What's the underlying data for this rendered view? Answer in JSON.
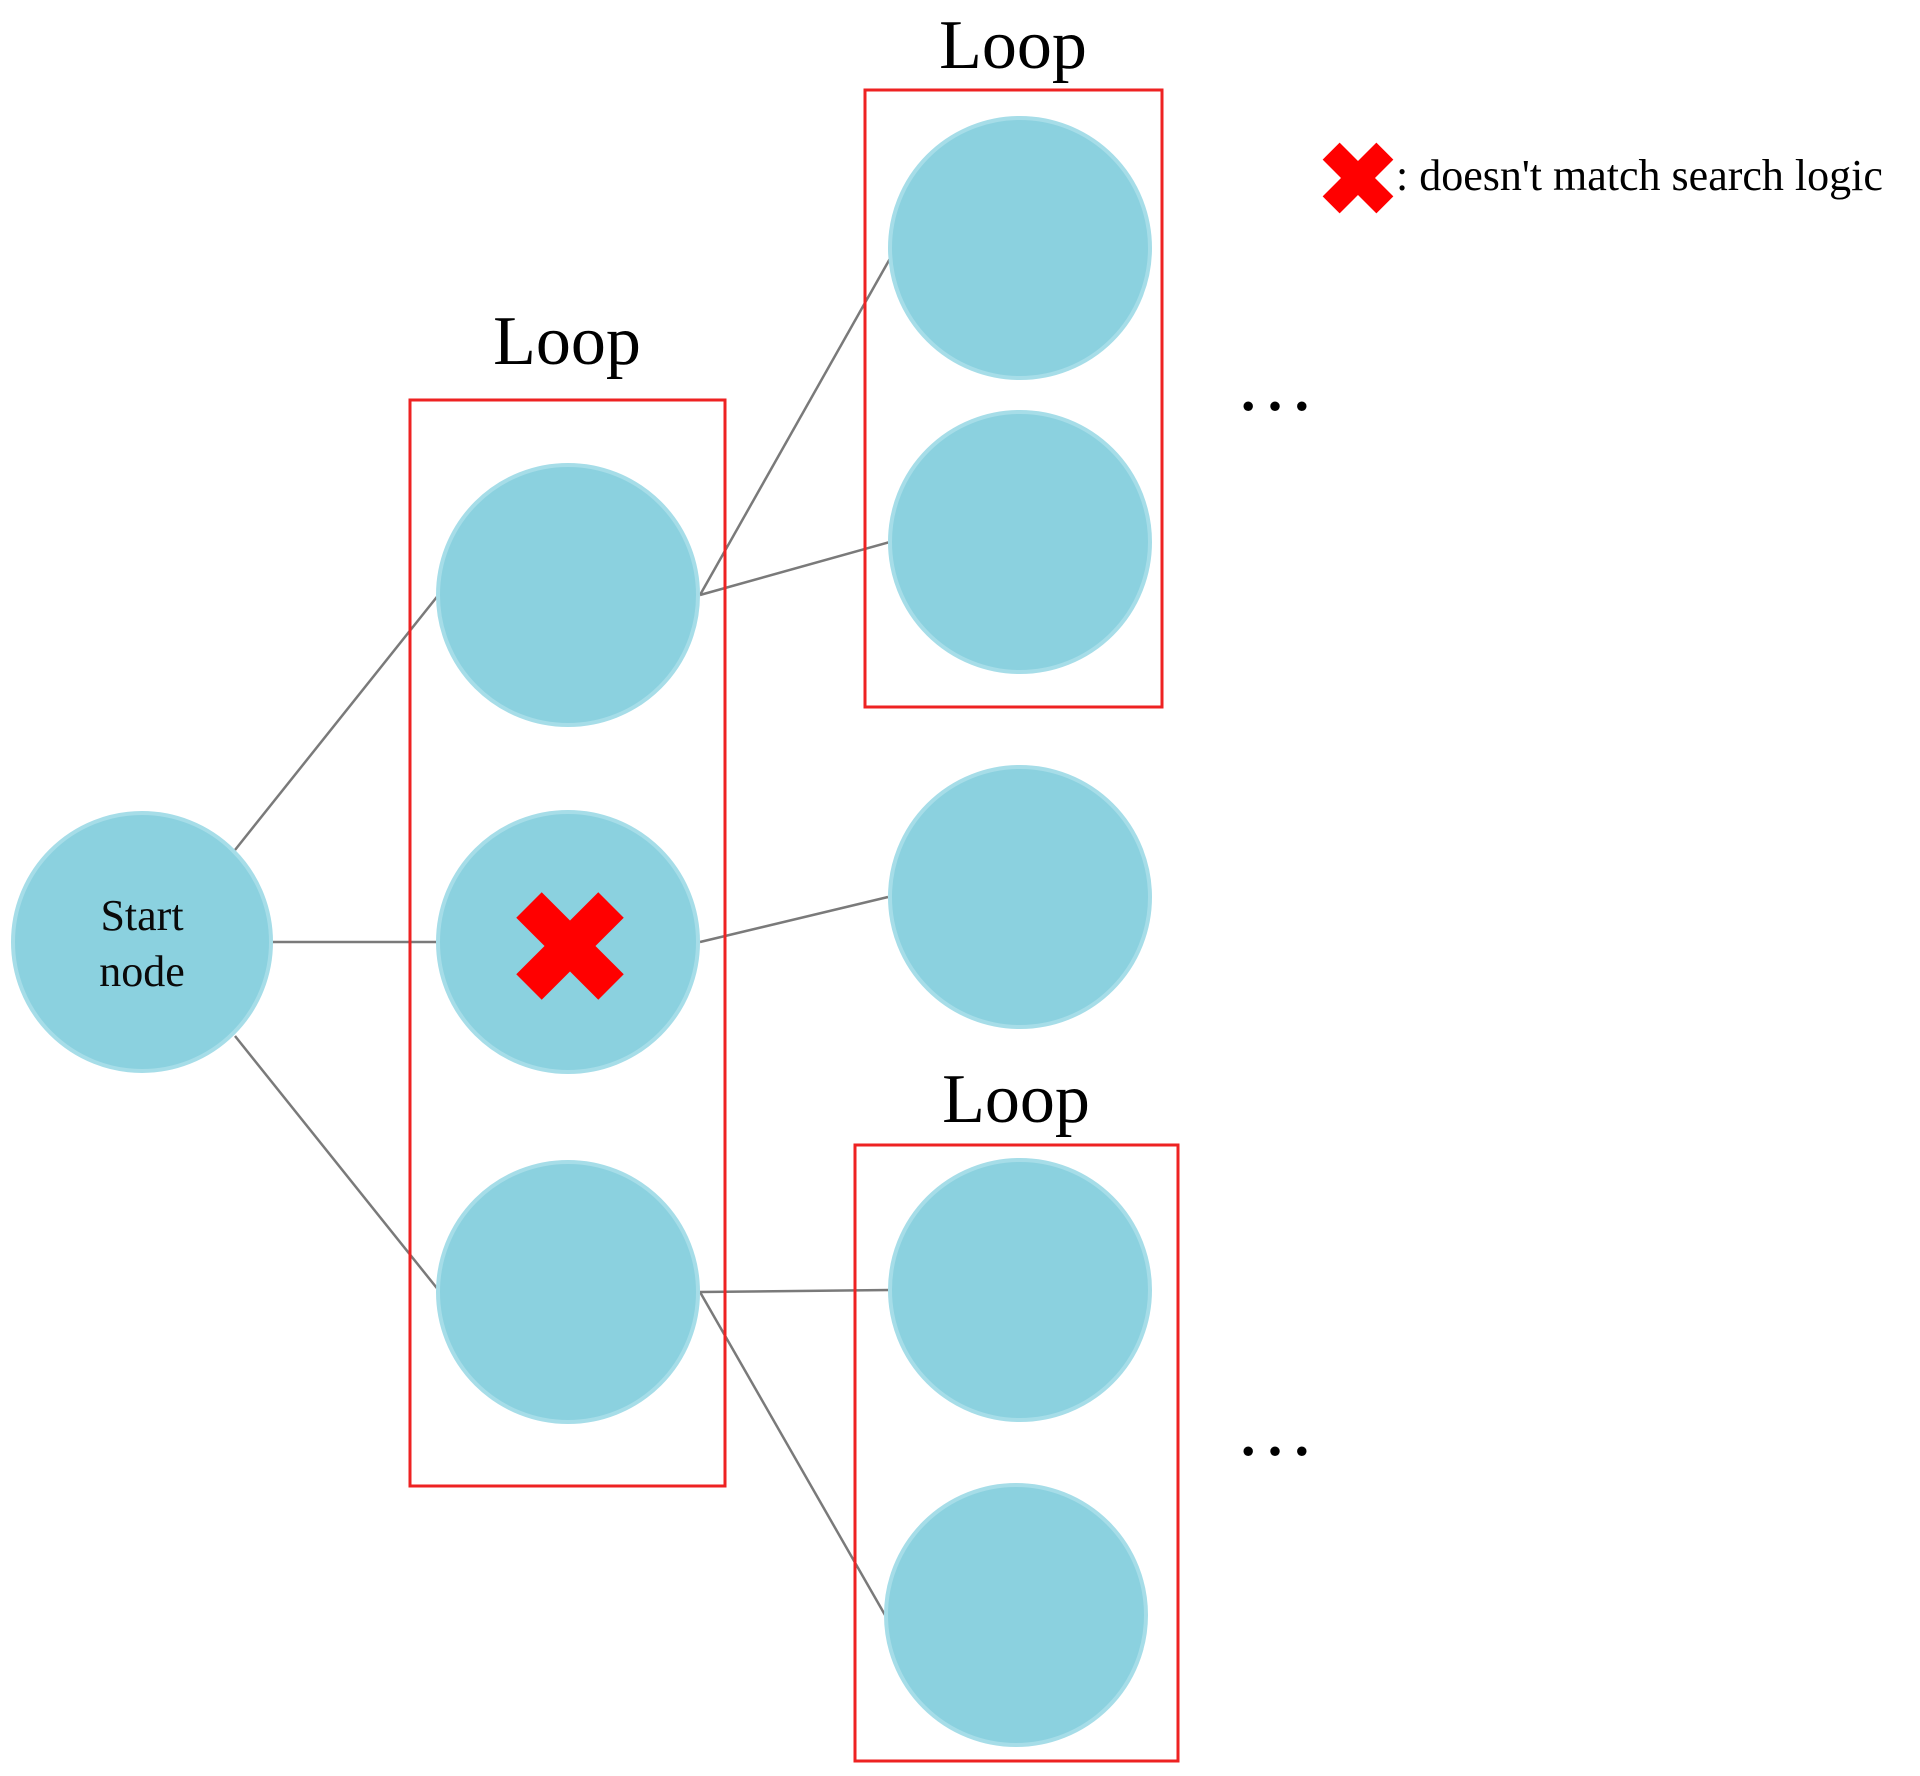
{
  "diagram": {
    "group_label": "Loop",
    "start_node_line1": "Start",
    "start_node_line2": "node",
    "legend_text": ": doesn't match search logic",
    "ellipsis": "…",
    "colors": {
      "node_fill": "#8bd1df",
      "box_stroke": "#ee2222",
      "cross": "#ff0000",
      "edge": "#7a7a7a"
    },
    "icons": {
      "rejected_marker": "red-x-icon"
    }
  }
}
